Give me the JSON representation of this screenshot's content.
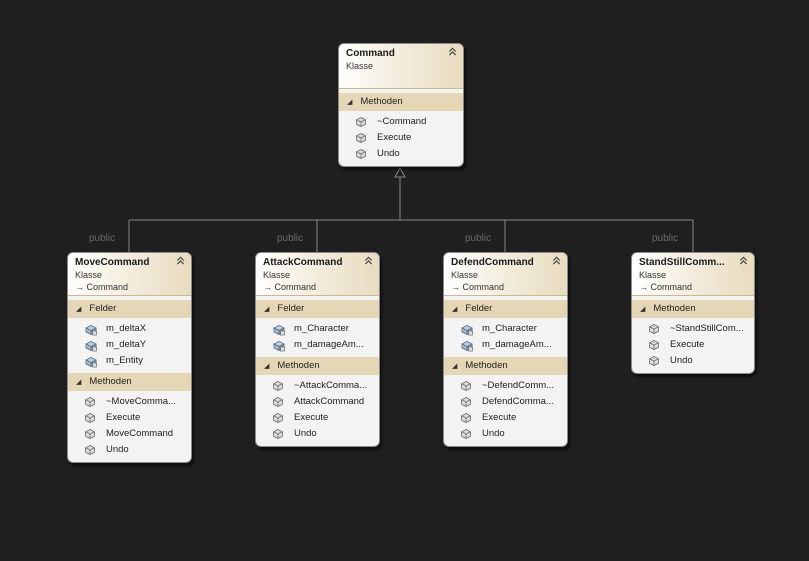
{
  "diagram": {
    "connector_label": "public",
    "base": {
      "name": "Command",
      "kind": "Klasse",
      "sections": [
        {
          "title": "Methoden",
          "items": [
            "~Command",
            "Execute",
            "Undo"
          ]
        }
      ]
    },
    "derived": [
      {
        "name": "MoveCommand",
        "kind": "Klasse",
        "base": "Command",
        "sections": [
          {
            "title": "Felder",
            "items": [
              "m_deltaX",
              "m_deltaY",
              "m_Entity"
            ]
          },
          {
            "title": "Methoden",
            "items": [
              "~MoveComma...",
              "Execute",
              "MoveCommand",
              "Undo"
            ]
          }
        ]
      },
      {
        "name": "AttackCommand",
        "kind": "Klasse",
        "base": "Command",
        "sections": [
          {
            "title": "Felder",
            "items": [
              "m_Character",
              "m_damageAm..."
            ]
          },
          {
            "title": "Methoden",
            "items": [
              "~AttackComma...",
              "AttackCommand",
              "Execute",
              "Undo"
            ]
          }
        ]
      },
      {
        "name": "DefendCommand",
        "kind": "Klasse",
        "base": "Command",
        "sections": [
          {
            "title": "Felder",
            "items": [
              "m_Character",
              "m_damageAm..."
            ]
          },
          {
            "title": "Methoden",
            "items": [
              "~DefendComm...",
              "DefendComma...",
              "Execute",
              "Undo"
            ]
          }
        ]
      },
      {
        "name": "StandStillComm...",
        "kind": "Klasse",
        "base": "Command",
        "sections": [
          {
            "title": "Methoden",
            "items": [
              "~StandStillCom...",
              "Execute",
              "Undo"
            ]
          }
        ]
      }
    ]
  },
  "icons": {
    "collapse": "double-chevron-up-icon",
    "inherit": "inheritance-arrow-icon",
    "field": "field-icon",
    "method": "method-icon",
    "section_toggle": "triangle-down-icon"
  },
  "colors": {
    "background": "#1f1f1f",
    "header_accent": "#e8dcc0",
    "section_bar": "#e5d7b5",
    "connector": "#8a8a8a"
  }
}
